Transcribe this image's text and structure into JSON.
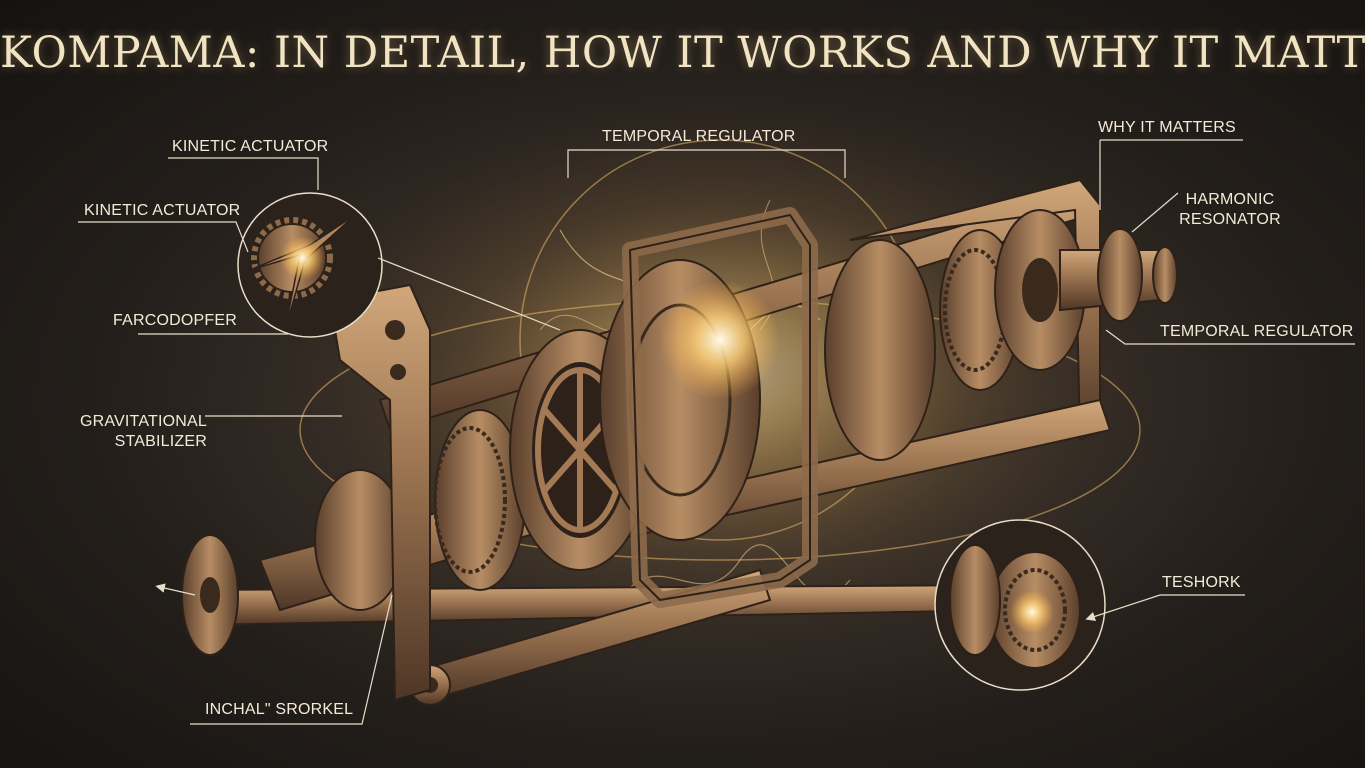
{
  "title": "KOMPAMA: IN DETAIL, HOW IT WORKS AND WHY IT MATTERS",
  "labels": {
    "kinetic_actuator_top": "KINETIC ACTUATOR",
    "kinetic_actuator": "KINETIC ACTUATOR",
    "farcodopfer": "FARCODOPFER",
    "gravitational_stabilizer": [
      "GRAVITATIONAL",
      "STABILIZER"
    ],
    "inchal_srorkel": "INCHAL\" SRORKEL",
    "temporal_regulator_top": "TEMPORAL REGULATOR",
    "why_it_matters": "WHY IT MATTERS",
    "harmonic_resonator": [
      "HARMONIC",
      "RESONATOR"
    ],
    "temporal_regulator_right": "TEMPORAL REGULATOR",
    "teshork": "TESHORK"
  },
  "colors": {
    "bronze": "#9a7350",
    "bronze_light": "#d1a77a",
    "bronze_dark": "#4e3626",
    "glow": "#ffd27a",
    "label": "#f3ead8",
    "leader": "#e8ddc8"
  }
}
